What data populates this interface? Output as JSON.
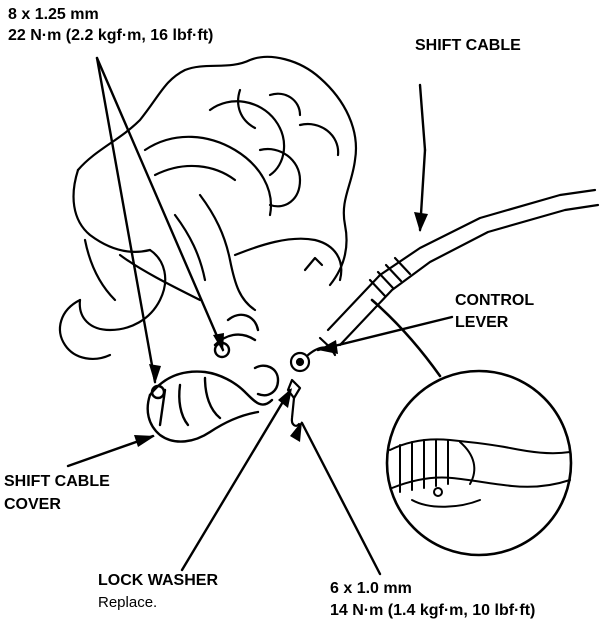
{
  "callouts": {
    "top_bolt": {
      "size": "8 x 1.25 mm",
      "torque": "22 N·m (2.2 kgf·m, 16 lbf·ft)"
    },
    "shift_cable": "SHIFT CABLE",
    "control_lever": {
      "line1": "CONTROL",
      "line2": "LEVER"
    },
    "shift_cable_cover": {
      "line1": "SHIFT CABLE",
      "line2": "COVER"
    },
    "lock_washer": {
      "title": "LOCK WASHER",
      "note": "Replace."
    },
    "bottom_bolt": {
      "size": "6 x 1.0 mm",
      "torque": "14 N·m (1.4 kgf·m, 10 lbf·ft)"
    }
  }
}
